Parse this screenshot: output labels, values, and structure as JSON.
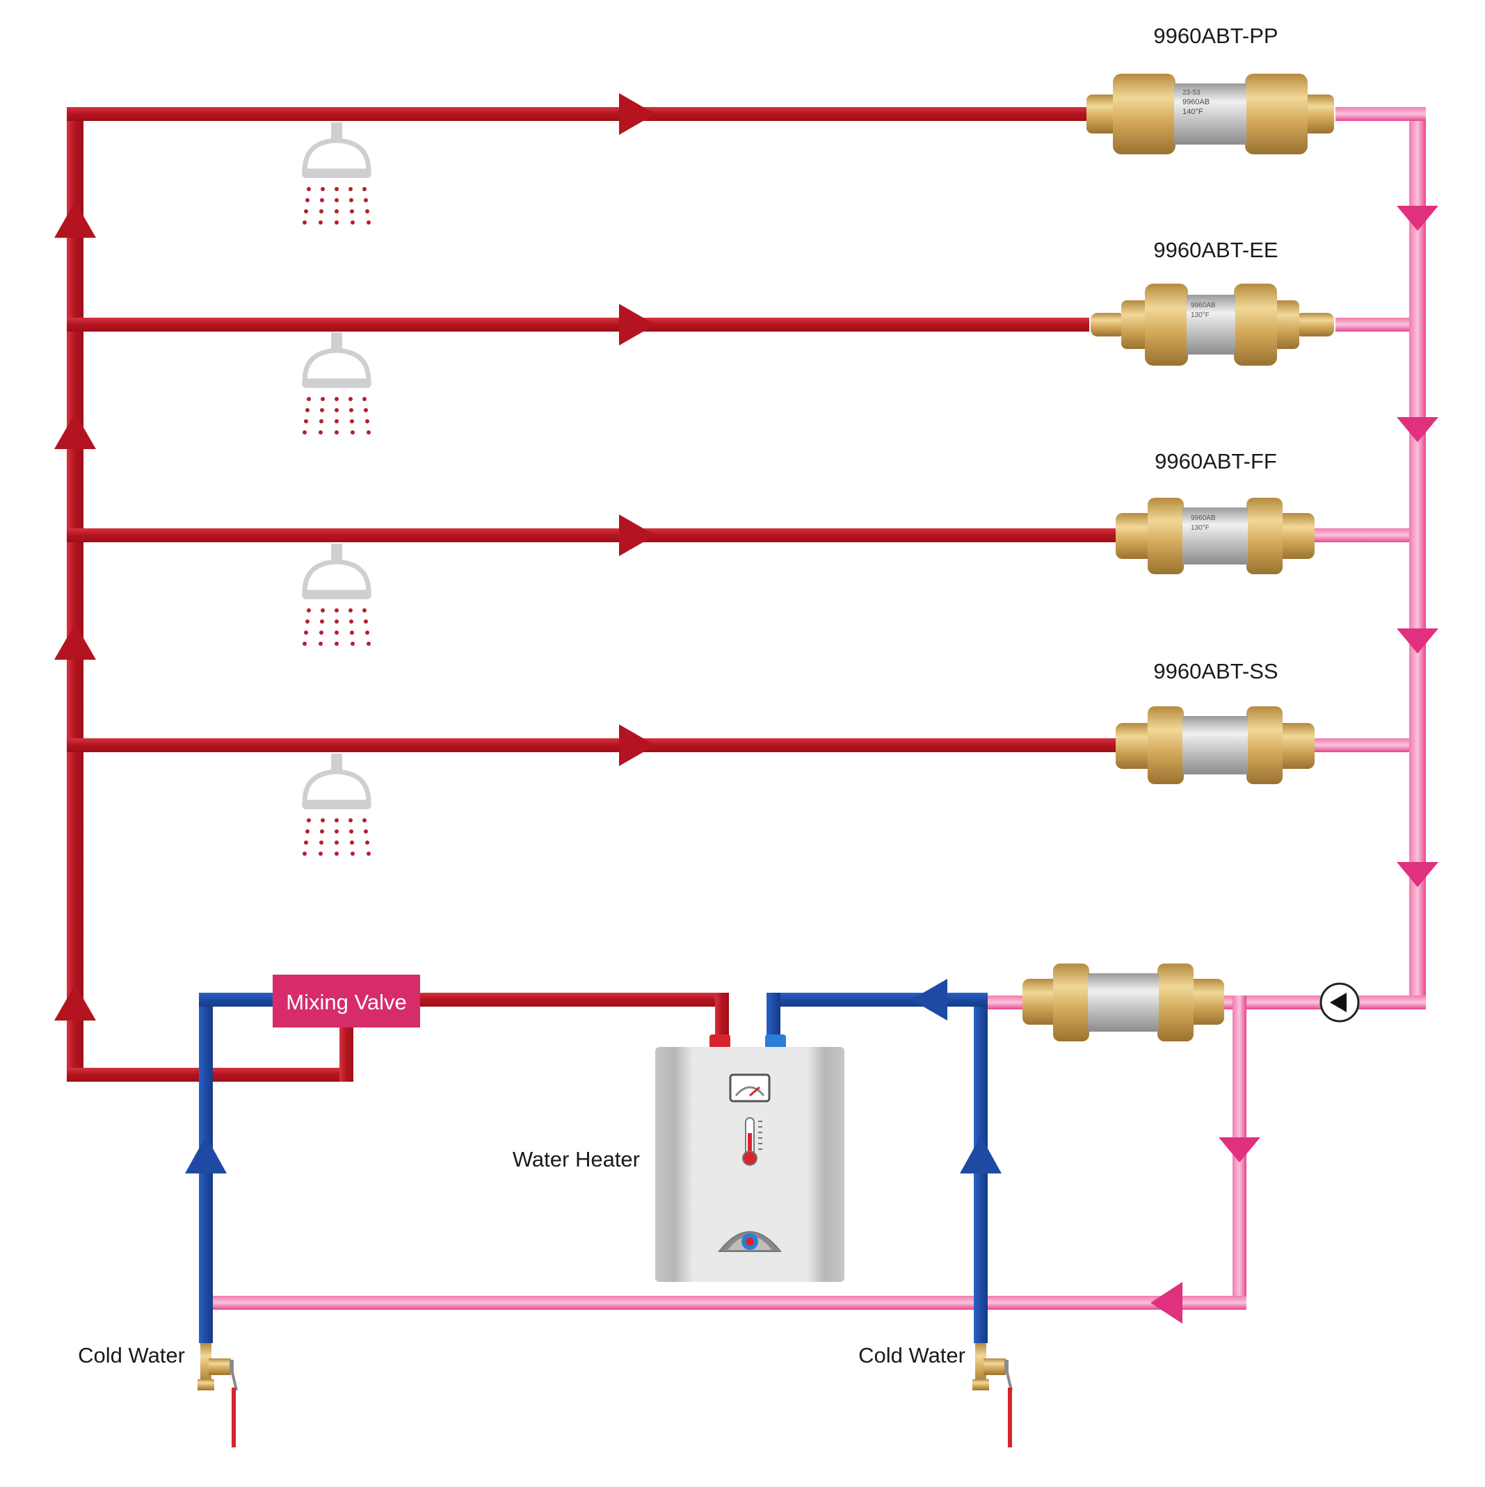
{
  "labels": {
    "valve_1": "9960ABT-PP",
    "valve_2": "9960ABT-EE",
    "valve_3": "9960ABT-FF",
    "valve_4": "9960ABT-SS",
    "mixing_valve": "Mixing Valve",
    "water_heater": "Water Heater",
    "cold_water_left": "Cold Water",
    "cold_water_right": "Cold Water"
  },
  "valve_markings": {
    "valve_1": [
      "23-53",
      "9960AB",
      "140°F"
    ],
    "valve_2": [
      "9960AB",
      "130°F"
    ],
    "valve_3": [
      "9960AB",
      "130°F"
    ]
  },
  "colors": {
    "hot_supply": "#c41e2a",
    "hot_return": "#ec3f8c",
    "cold_supply": "#1f4faa",
    "mixing_valve": "#d62c6b",
    "brass": "#d7b36a",
    "valve_body": "#c9c9c9",
    "heater_body": "#dcdcdc",
    "shower_head": "#cfcfcf",
    "spray": "#b3202d"
  },
  "icons": {
    "fixture": "shower-head-icon",
    "pump": "circulator-pump-icon",
    "gauge": "gauge-icon",
    "thermometer": "thermometer-icon",
    "supply_valve": "ball-valve-icon"
  }
}
